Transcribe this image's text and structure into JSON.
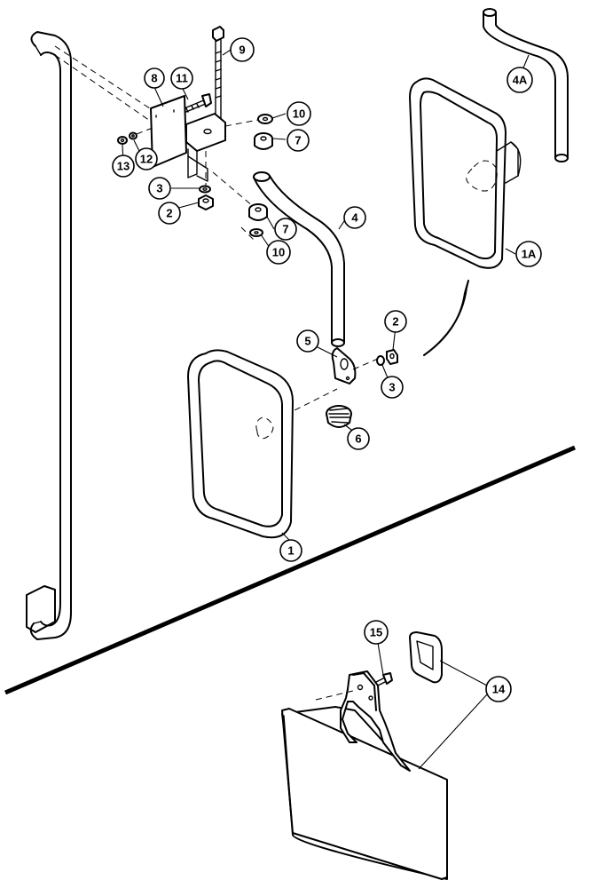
{
  "callouts": [
    {
      "id": "c9",
      "label": "9"
    },
    {
      "id": "c8",
      "label": "8"
    },
    {
      "id": "c11",
      "label": "11"
    },
    {
      "id": "c10a",
      "label": "10"
    },
    {
      "id": "c7a",
      "label": "7"
    },
    {
      "id": "c13",
      "label": "13"
    },
    {
      "id": "c12",
      "label": "12"
    },
    {
      "id": "c3a",
      "label": "3"
    },
    {
      "id": "c2a",
      "label": "2"
    },
    {
      "id": "c7b",
      "label": "7"
    },
    {
      "id": "c10b",
      "label": "10"
    },
    {
      "id": "c4",
      "label": "4"
    },
    {
      "id": "c4A",
      "label": "4A"
    },
    {
      "id": "c1A",
      "label": "1A"
    },
    {
      "id": "c5",
      "label": "5"
    },
    {
      "id": "c2b",
      "label": "2"
    },
    {
      "id": "c3b",
      "label": "3"
    },
    {
      "id": "c6",
      "label": "6"
    },
    {
      "id": "c1",
      "label": "1"
    },
    {
      "id": "c15",
      "label": "15"
    },
    {
      "id": "c14",
      "label": "14"
    }
  ],
  "colors": {
    "line": "#000000",
    "background": "#ffffff"
  }
}
